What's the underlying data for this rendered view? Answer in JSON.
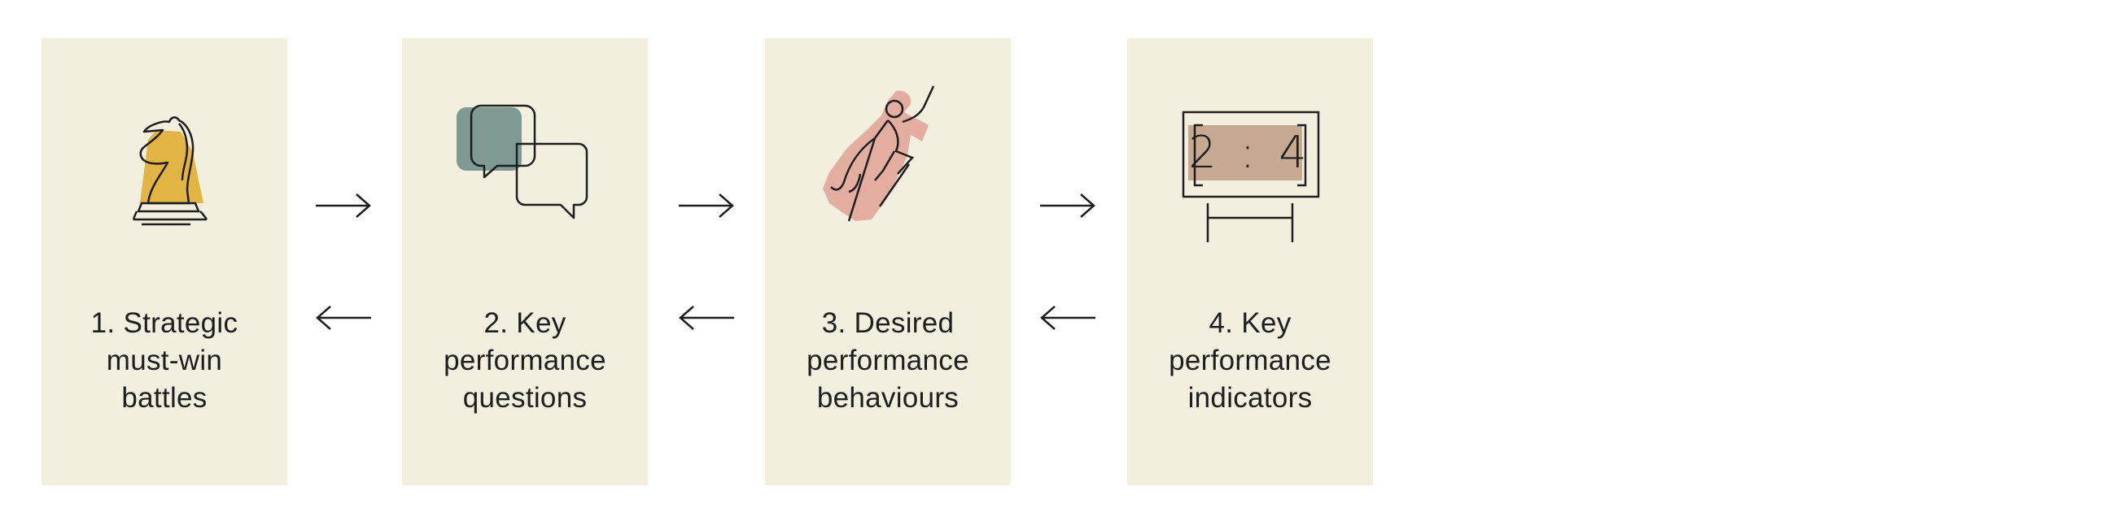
{
  "colors": {
    "card_background": "#f3efdf",
    "line": "#1e1e1e",
    "knight_fill": "#e1b443",
    "speech_fill": "#7f9a93",
    "hero_fill": "#e3aea0",
    "score_fill": "#c5a990"
  },
  "steps": [
    {
      "icon": "chess-knight-icon",
      "label_lines": [
        "1. Strategic",
        "must-win",
        "battles"
      ]
    },
    {
      "icon": "speech-bubbles-icon",
      "label_lines": [
        "2. Key",
        "performance",
        "questions"
      ]
    },
    {
      "icon": "flying-hero-icon",
      "label_lines": [
        "3. Desired",
        "performance",
        "behaviours"
      ]
    },
    {
      "icon": "scoreboard-icon",
      "label_lines": [
        "4. Key",
        "performance",
        "indicators"
      ],
      "score": "2 : 4"
    }
  ],
  "connectors": [
    {
      "forward": "right-arrow-icon",
      "backward": "left-arrow-icon"
    },
    {
      "forward": "right-arrow-icon",
      "backward": "left-arrow-icon"
    },
    {
      "forward": "right-arrow-icon",
      "backward": "left-arrow-icon"
    }
  ]
}
